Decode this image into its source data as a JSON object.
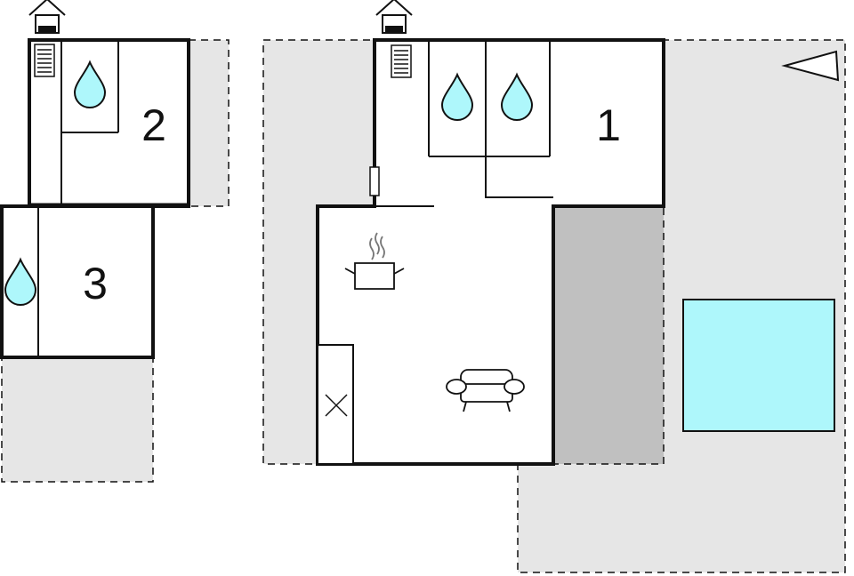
{
  "floor_plan": {
    "rooms": [
      {
        "number": "1",
        "label": "1"
      },
      {
        "number": "2",
        "label": "2"
      },
      {
        "number": "3",
        "label": "3"
      }
    ],
    "icons": {
      "entrance": "house-entrance-icon",
      "water": "water-drop-icon",
      "stairs": "stairs-icon",
      "cooking": "cooking-pot-icon",
      "sofa": "sofa-icon",
      "north": "north-arrow-icon",
      "closet": "closet-icon"
    },
    "colors": {
      "wall": "#111111",
      "outdoor_area": "#e6e6e6",
      "covered_area": "#c0c0c0",
      "pool": "#aef7fb",
      "water_drop": "#aef7fb"
    }
  }
}
